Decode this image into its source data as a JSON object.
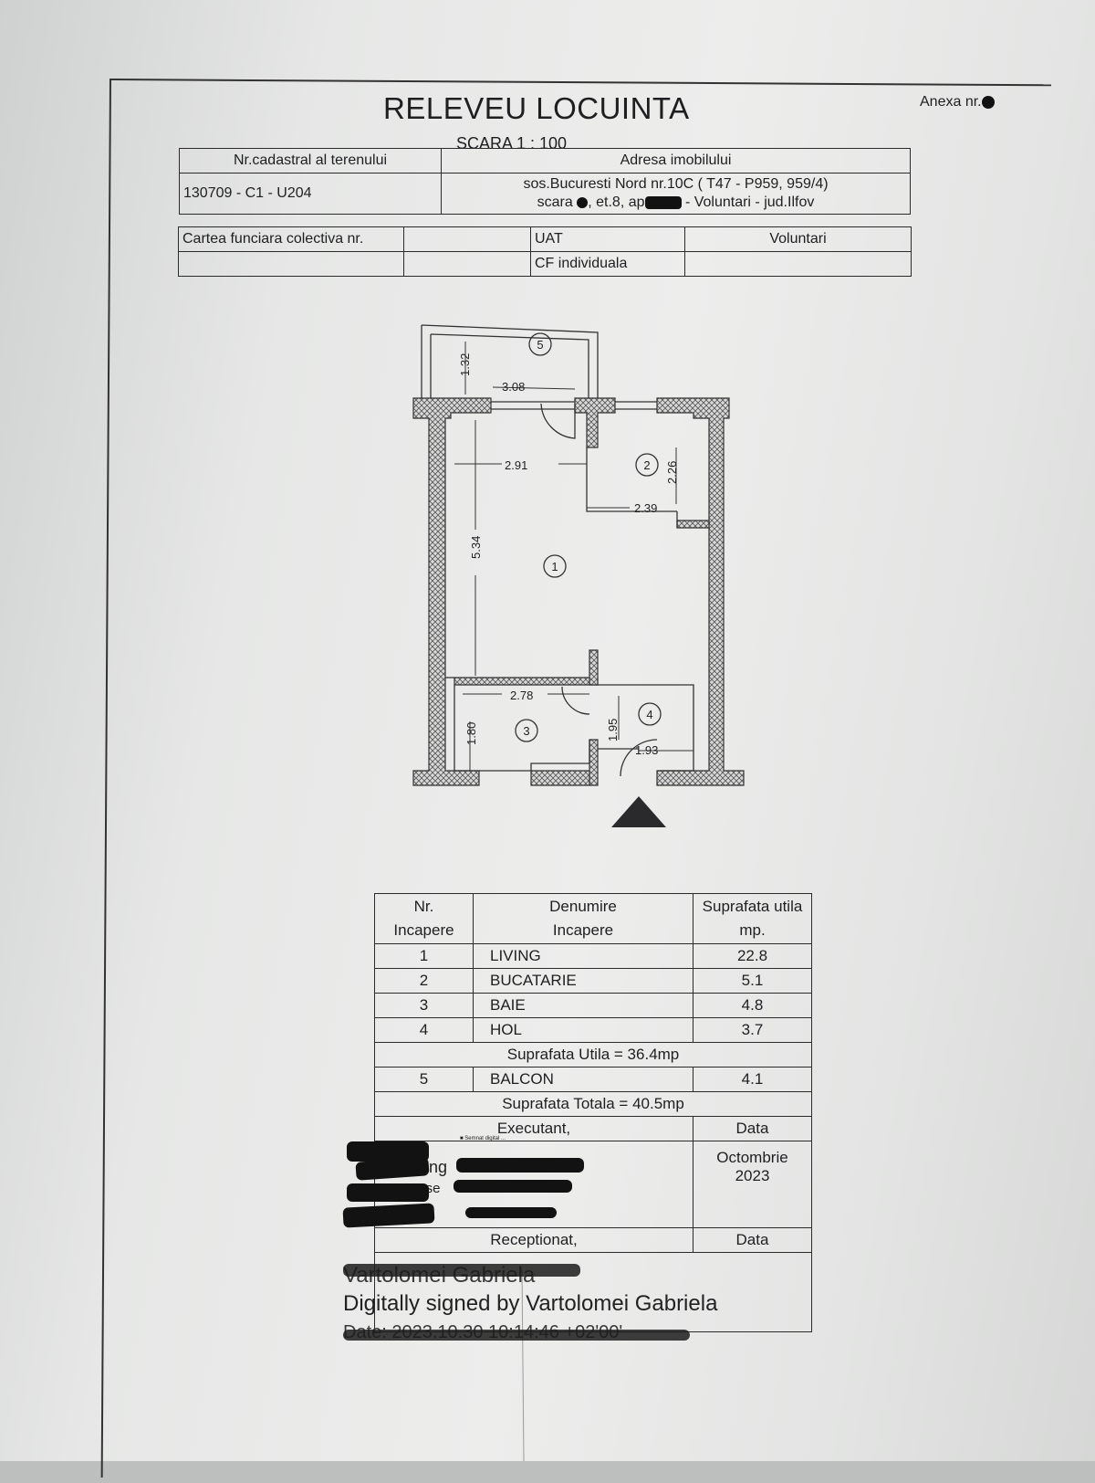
{
  "header": {
    "title": "RELEVEU LOCUINTA",
    "scale": "SCARA  1 : 100",
    "anexa": "Anexa nr."
  },
  "cadastru": {
    "nr_label": "Nr.cadastral al terenului",
    "nr_value": "130709 - C1 - U204",
    "adresa_label": "Adresa imobilului",
    "adresa_line1": "sos.Bucuresti Nord nr.10C ( T47 - P959, 959/4)",
    "adresa_line2a": "scara",
    "adresa_line2b": ", et.8, ap",
    "adresa_line2c": " - Voluntari - jud.Ilfov",
    "carte_label": "Cartea funciara colectiva nr.",
    "uat_label": "UAT",
    "uat_value": "Voluntari",
    "cf_label": "CF individuala"
  },
  "plan": {
    "dims": {
      "balcony_depth": "1.32",
      "balcony_width": "3.08",
      "living_width": "2.91",
      "kitchen_height": "2.26",
      "kitchen_width": "2.39",
      "living_height": "5.34",
      "bath_width": "2.78",
      "bath_height": "1.80",
      "hall_height": "1.95",
      "hall_width": "1.93"
    },
    "rooms": [
      "1",
      "2",
      "3",
      "4",
      "5"
    ]
  },
  "rooms_table": {
    "col1": [
      "Nr.",
      "Incapere"
    ],
    "col2": [
      "Denumire",
      "Incapere"
    ],
    "col3": [
      "Suprafata utila",
      "mp."
    ],
    "rows": [
      {
        "nr": "1",
        "name": "LIVING",
        "area": "22.8"
      },
      {
        "nr": "2",
        "name": "BUCATARIE",
        "area": "5.1"
      },
      {
        "nr": "3",
        "name": "BAIE",
        "area": "4.8"
      },
      {
        "nr": "4",
        "name": "HOL",
        "area": "3.7"
      }
    ],
    "util_total": "Suprafata Utila = 36.4mp",
    "balcony": {
      "nr": "5",
      "name": "BALCON",
      "area": "4.1"
    },
    "grand_total": "Suprafata Totala = 40.5mp",
    "executant_label": "Executant,",
    "date_label": "Data",
    "date_value": "Octombrie 2023",
    "receptionat_label": "Receptionat,",
    "date_label2": "Data"
  },
  "signature": {
    "signer_name": "Vartolomei Gabriela",
    "digital_sig": "Digitally signed by Vartolomei Gabriela",
    "date_fragment": "Date: 2023.10.30 10:14:46 +02'00'",
    "exec_fragment1": "ing",
    "exec_fragment2": "Aut.se"
  },
  "colors": {
    "ink": "#1f1f22",
    "hatch": "#555555",
    "redaction": "#121212"
  }
}
